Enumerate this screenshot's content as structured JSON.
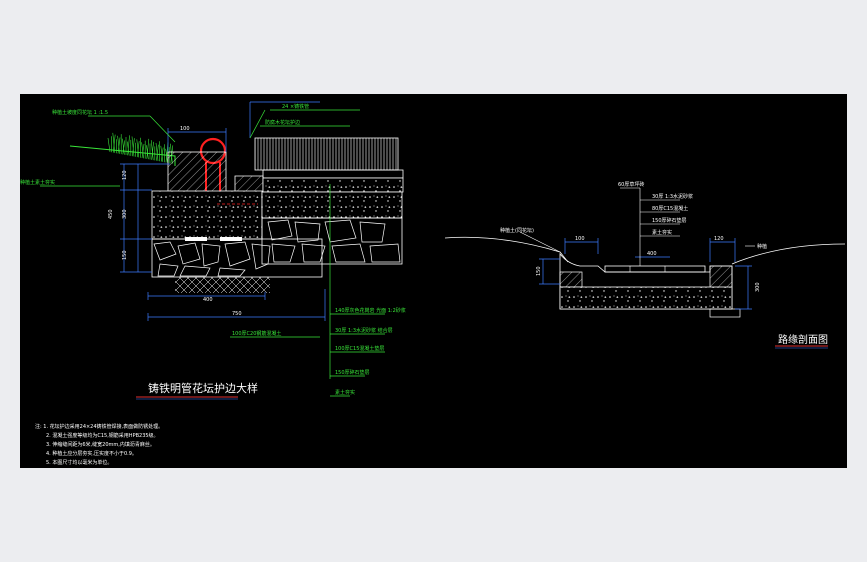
{
  "colors": {
    "background": "#000000",
    "canvas": "#ecedf0",
    "line": "#ffffff",
    "dimension": "#3d7bff",
    "leader": "#39e639",
    "highlight": "#ff2020",
    "title": "#ffffff",
    "title_underline": "#e03030"
  },
  "left_detail": {
    "title": "铸铁明管花坛护边大样",
    "top_labels": {
      "grass_note": "种植土坡度同花坛 1 :1.5",
      "pipe_note": "24 ×铸铁管",
      "band_note": "防腐木花坛护边"
    },
    "dims": {
      "d100": "100",
      "d120": "120",
      "d150": "150",
      "d300": "300",
      "d400": "400",
      "d450": "450",
      "d750": "750"
    },
    "side_label": "种植土素土夯实",
    "layer_leaders": [
      "140厚灰色花岗岩 光面 1:2砂浆",
      "30厚 1:3水泥砂浆 结合层",
      "100厚C15混凝土垫层",
      "150厚碎石垫层",
      "素土夯实"
    ],
    "base_label": "100厚C20钢筋混凝土"
  },
  "right_detail": {
    "title": "路缘剖面图",
    "layer_leaders": [
      "60厚草坪砖",
      "30厚 1:3水泥砂浆",
      "80厚C15混凝土",
      "150厚碎石垫层",
      "素土夯实"
    ],
    "left_note": "种植土(同花坛)",
    "right_note": "种植",
    "dims": {
      "d100": "100",
      "d120": "120",
      "d150": "150",
      "d300": "300",
      "d400": "400"
    }
  },
  "notes": [
    "注: 1. 花坛护边采用24×24铸铁管焊接,表面做防锈处理。",
    "2. 混凝土强度等级均为C15,钢筋采用HPB235级。",
    "3. 伸缩缝间距为6米,缝宽20mm,内填沥青麻丝。",
    "4. 种植土应分层夯实,压实度不小于0.9。",
    "5. 本图尺寸均以毫米为单位。"
  ]
}
